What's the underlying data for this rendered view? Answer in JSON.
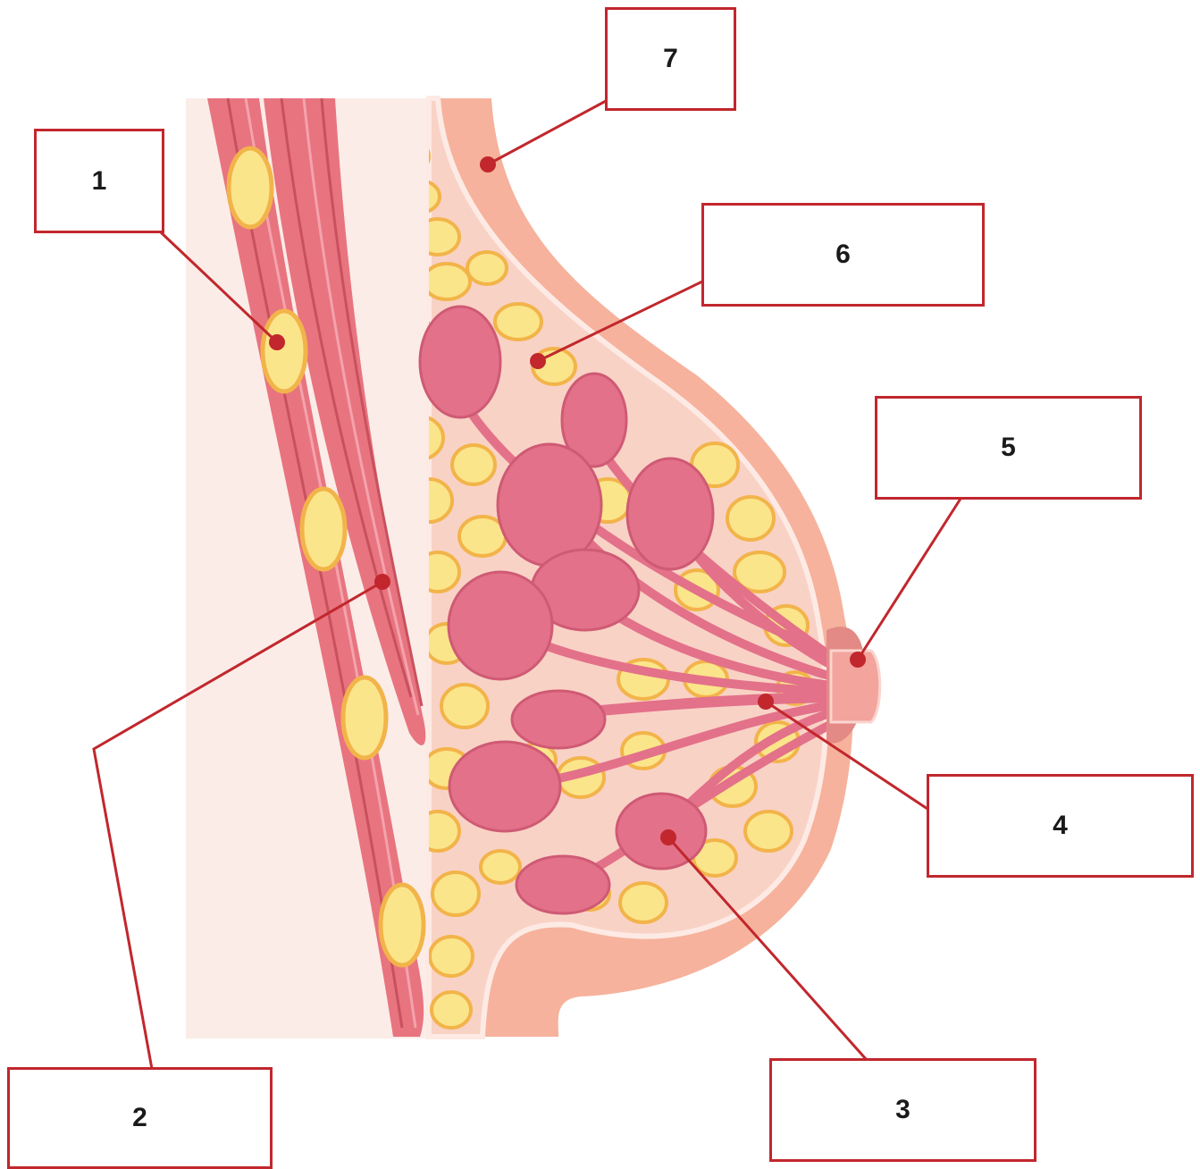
{
  "colors": {
    "frame": "#c1272d",
    "leader": "#c1272d",
    "dot": "#c1272d",
    "muscle": "#e8747f",
    "muscle_dark": "#c9515e",
    "fat_fill": "#fbe58a",
    "fat_outline": "#f2b44a",
    "skin": "#f6b29c",
    "tissue": "#f9d2c6",
    "gland": "#e37189",
    "chest_bg": "#fbece8"
  },
  "labels": [
    {
      "id": "1",
      "text": "1"
    },
    {
      "id": "2",
      "text": "2"
    },
    {
      "id": "3",
      "text": "3"
    },
    {
      "id": "4",
      "text": "4"
    },
    {
      "id": "5",
      "text": "5"
    },
    {
      "id": "6",
      "text": "6"
    },
    {
      "id": "7",
      "text": "7"
    }
  ]
}
